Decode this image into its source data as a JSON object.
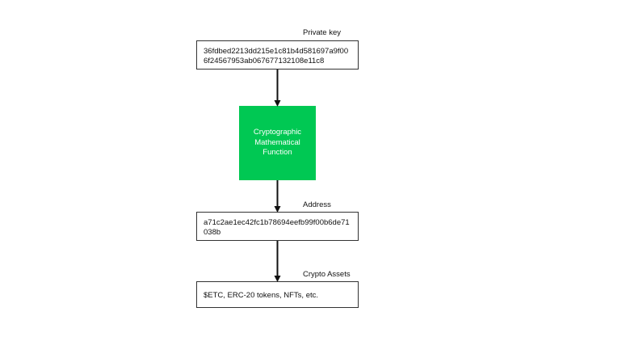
{
  "diagram": {
    "private_key_label": "Private key",
    "private_key_value": "36fdbed2213dd215e1c81b4d581697a9f006f24567953ab067677132108e11c8",
    "function_label": "Cryptographic\nMathematical\nFunction",
    "address_label": "Address",
    "address_value": "a71c2ae1ec42fc1b78694eefb99f00b6de71038b",
    "assets_label": "Crypto Assets",
    "assets_value": "$ETC, ERC-20 tokens, NFTs, etc."
  },
  "colors": {
    "function_fill": "#00C853",
    "border": "#333333",
    "arrow": "#111111"
  }
}
